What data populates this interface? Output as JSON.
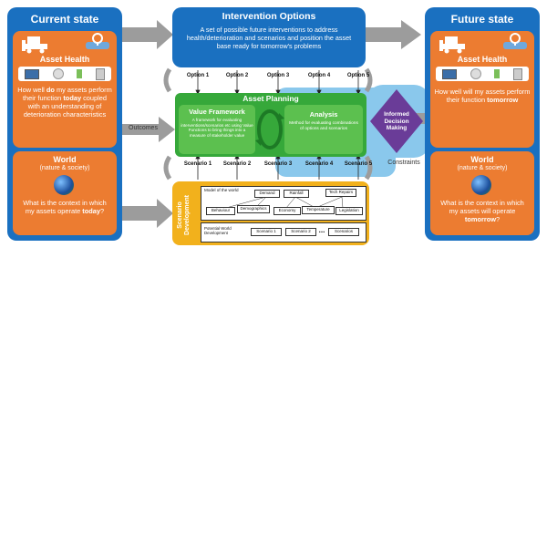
{
  "left": {
    "title": "Current state",
    "asset": {
      "title": "Asset Health",
      "text_html": "How well <b>do</b> my assets perform their function <b>today</b> coupled with an understanding of deterioration characteristics"
    },
    "world": {
      "title": "World",
      "subtitle": "(nature & society)",
      "text_html": "What is the context in which my assets operate <b>today</b>?"
    }
  },
  "right": {
    "title": "Future state",
    "asset": {
      "title": "Asset Health",
      "text_html": "How well will my assets perform their function <b>tomorrow</b>"
    },
    "world": {
      "title": "World",
      "subtitle": "(nature & society)",
      "text_html": "What is the context in which my assets will operate <b>tomorrow</b>?"
    }
  },
  "intervention": {
    "title": "Intervention Options",
    "text": "A set of possible future interventions to address health/deterioration and scenarios and position the asset base ready for tomorrow's problems"
  },
  "options": [
    "Option 1",
    "Option 2",
    "Option 3",
    "Option 4",
    "Option 5"
  ],
  "planning": {
    "title": "Asset Planning",
    "value": {
      "title": "Value Framework",
      "text": "A framework for evaluating interventions/scenarios etc using Value Functions to bring things into a measure of stakeholder value"
    },
    "analysis": {
      "title": "Analysis",
      "text": "Method for evaluating combinations of options and scenarios"
    }
  },
  "idm": "Informed Decision Making",
  "outcomes": "Outcomes",
  "constraints": "Constraints",
  "scenarios": [
    "Scenario 1",
    "Scenario 2",
    "Scenario 3",
    "Scenario 4",
    "Scenario 5"
  ],
  "scenario_dev": {
    "label": "Scenario Development",
    "model_label": "Model of the world",
    "model_row1": [
      "Demand",
      "Rainfall",
      "Tech Repairs"
    ],
    "model_row2": [
      "Behaviour",
      "Demographics",
      "Economy",
      "Temperature",
      "Legislation"
    ],
    "future_label": "Potential World Development",
    "future_boxes": [
      "Scenario 1",
      "Scenario 2",
      "Scenarios"
    ],
    "ellipsis": "..."
  },
  "colors": {
    "blue": "#1a70c0",
    "orange": "#ec7c31",
    "green": "#36a83a",
    "light_blue": "#8ac8ec",
    "purple": "#6a3c98",
    "yellow": "#f2b11c",
    "gray_arrow": "#9c9c9c"
  }
}
